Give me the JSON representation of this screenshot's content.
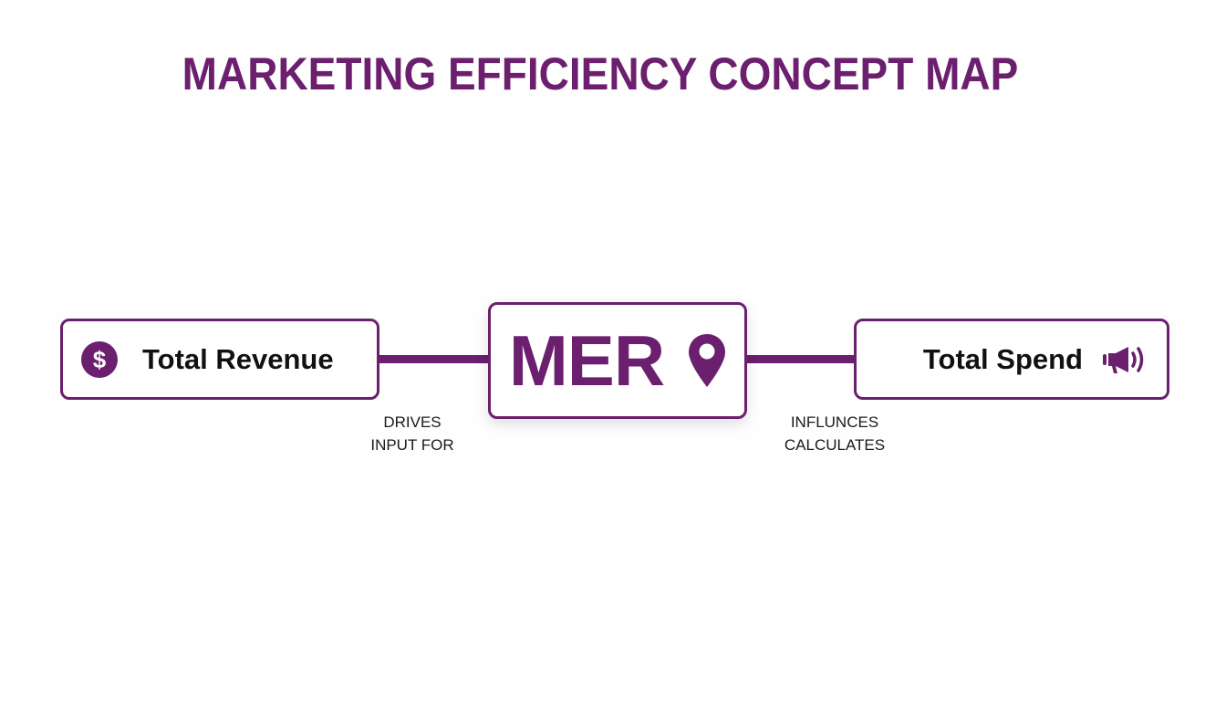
{
  "title": "MARKETING EFFICIENCY CONCEPT MAP",
  "colors": {
    "accent": "#6b1f6e",
    "text": "#111111",
    "background": "#ffffff"
  },
  "nodes": {
    "left": {
      "label": "Total Revenue",
      "icon": "dollar-circle-icon"
    },
    "center": {
      "label": "MER",
      "icon": "map-pin-icon"
    },
    "right": {
      "label": "Total Spend",
      "icon": "megaphone-icon"
    }
  },
  "edges": {
    "left": {
      "line1": "DRIVES",
      "line2": "INPUT FOR"
    },
    "right": {
      "line1": "INFLUNCES",
      "line2": "CALCULATES"
    }
  }
}
